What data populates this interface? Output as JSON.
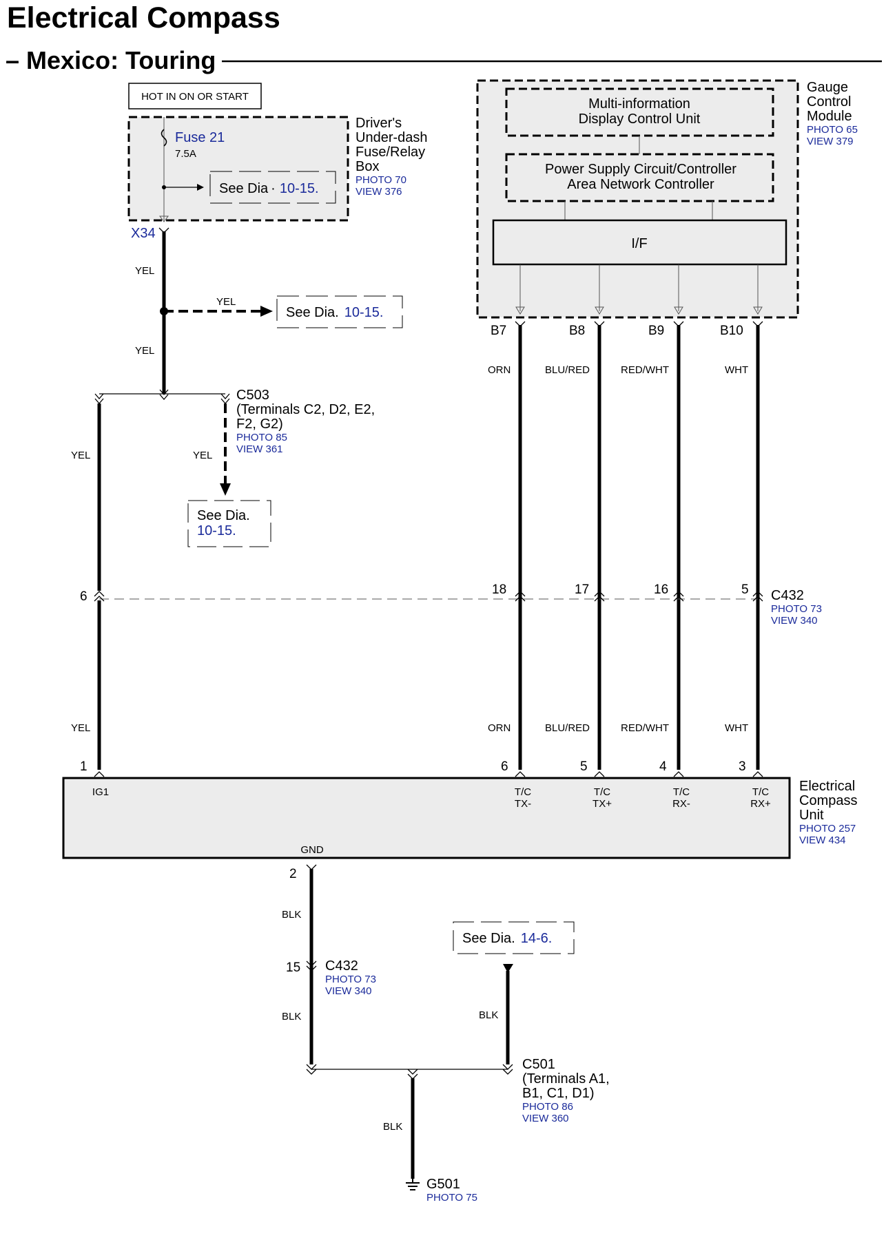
{
  "header": {
    "title": "Electrical Compass",
    "subtitle": "– Mexico: Touring"
  },
  "colors": {
    "wire": "#000000",
    "module_fill": "#ececec",
    "reference_blue": "#1a2a9a"
  },
  "power": {
    "label": "HOT IN ON OR START"
  },
  "fuse_box": {
    "name": [
      "Driver's",
      "Under-dash",
      "Fuse/Relay",
      "Box"
    ],
    "photo": "PHOTO 70",
    "view": "VIEW 376",
    "fuse_name": "Fuse 21",
    "fuse_rating": "7.5A",
    "see_prefix": "See Dia",
    "see_ref": "10-15.",
    "connector": "X34"
  },
  "gauge_module": {
    "name": [
      "Gauge",
      "Control",
      "Module"
    ],
    "photo": "PHOTO 65",
    "view": "VIEW 379",
    "mid_unit": [
      "Multi-information",
      "Display Control Unit"
    ],
    "psc_unit": [
      "Power Supply Circuit/Controller",
      "Area Network Controller"
    ],
    "interface": "I/F",
    "pins": [
      "B7",
      "B8",
      "B9",
      "B10"
    ]
  },
  "wires": {
    "yel": "YEL",
    "orn": "ORN",
    "blu_red": "BLU/RED",
    "red_wht": "RED/WHT",
    "wht": "WHT",
    "blk": "BLK"
  },
  "see_dia": {
    "a": {
      "prefix": "See Dia.",
      "ref": "10-15."
    },
    "b": {
      "prefix": "See Dia.",
      "ref": "10-15."
    },
    "c": {
      "prefix": "See Dia.",
      "ref": "14-6."
    }
  },
  "c503": {
    "name": "C503",
    "terminals": [
      "(Terminals C2, D2, E2,",
      "F2, G2)"
    ],
    "photo": "PHOTO 85",
    "view": "VIEW 361"
  },
  "c432": {
    "name": "C432",
    "photo": "PHOTO 73",
    "view": "VIEW 340",
    "pins": [
      "6",
      "18",
      "17",
      "16",
      "5"
    ],
    "gnd_pin": "15"
  },
  "compass_unit": {
    "name": [
      "Electrical",
      "Compass",
      "Unit"
    ],
    "photo": "PHOTO 257",
    "view": "VIEW 434",
    "pins": [
      "1",
      "6",
      "5",
      "4",
      "3"
    ],
    "terminals": [
      "IG1",
      "T/C",
      "TX-",
      "T/C",
      "TX+",
      "T/C",
      "RX-",
      "T/C",
      "RX+"
    ],
    "gnd_label": "GND",
    "gnd_pin": "2"
  },
  "c501": {
    "name": "C501",
    "terminals": [
      "(Terminals A1,",
      "B1, C1, D1)"
    ],
    "photo": "PHOTO 86",
    "view": "VIEW 360"
  },
  "ground": {
    "name": "G501",
    "photo": "PHOTO 75"
  }
}
